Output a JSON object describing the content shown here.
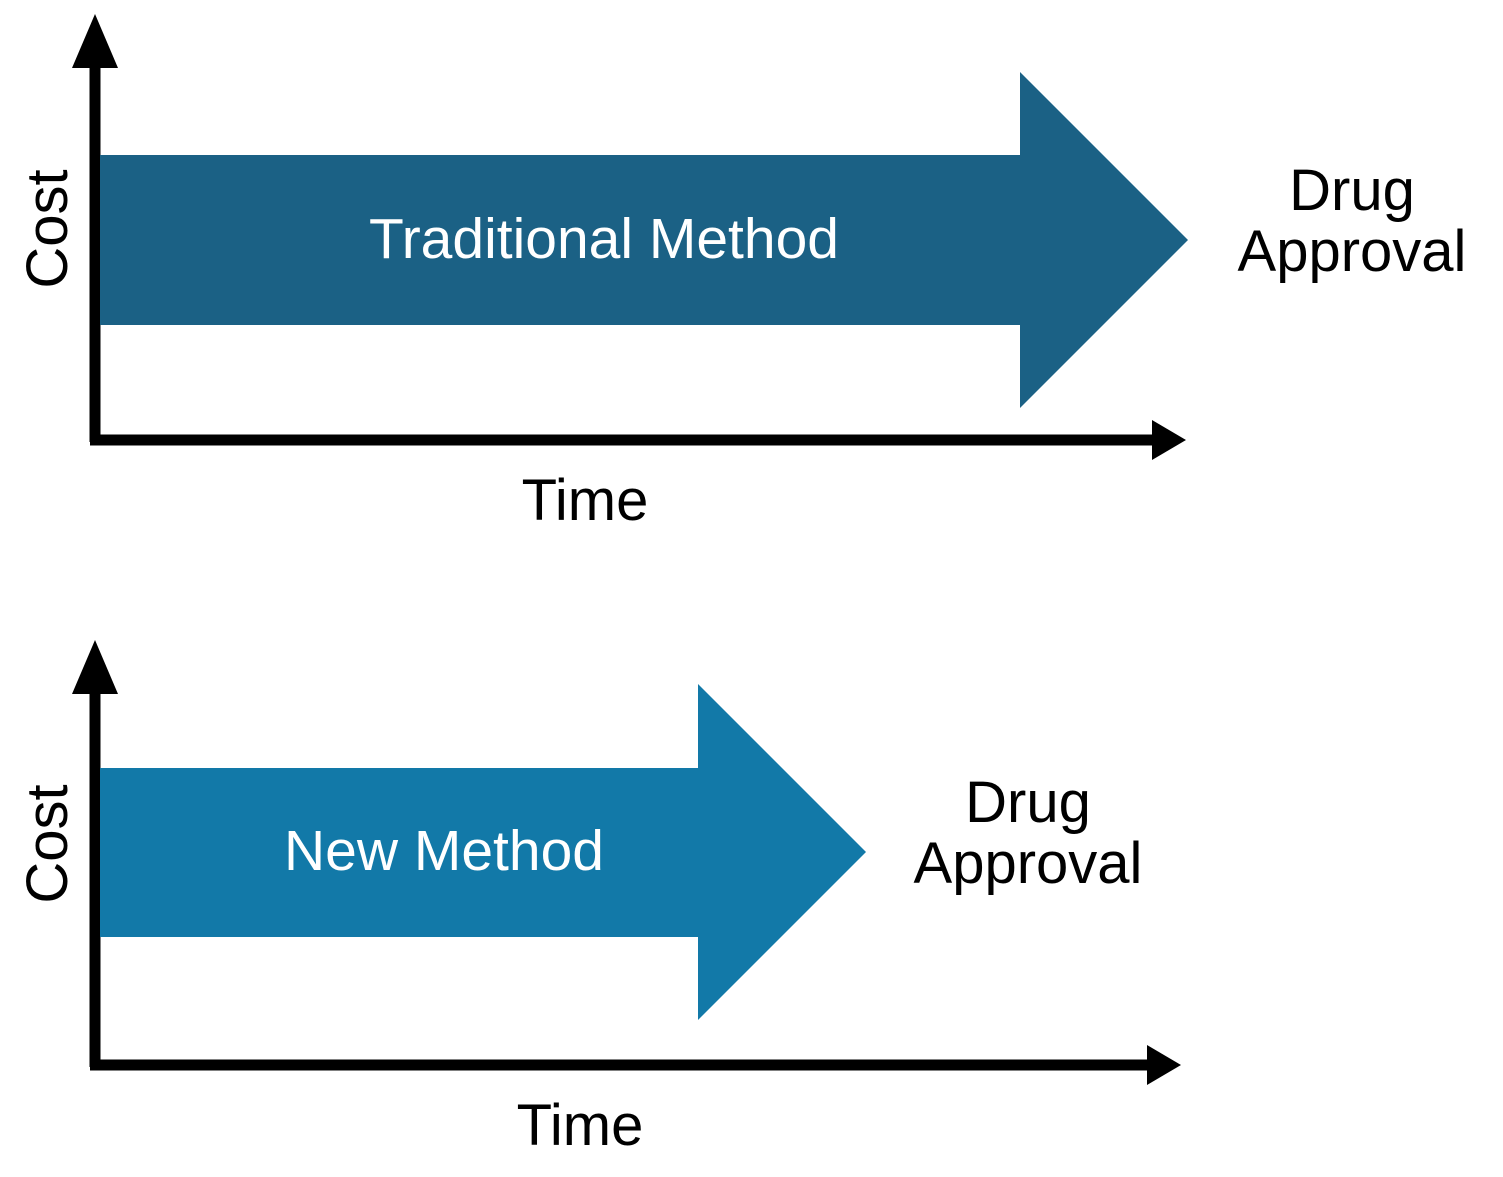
{
  "figure": {
    "type": "diagram",
    "description": "Two-panel schematic comparing drug development timelines and cost",
    "background_color": "#ffffff",
    "axis_color": "#000000"
  },
  "panels": [
    {
      "id": "traditional",
      "arrow": {
        "label": "Traditional Method",
        "color": "#1b6185",
        "text_color": "#ffffff",
        "relative_length": 1.0,
        "relative_thickness": 1.0
      },
      "y_axis": {
        "label": "Cost"
      },
      "x_axis": {
        "label": "Time"
      },
      "endpoint": {
        "line1": "Drug",
        "line2": "Approval"
      }
    },
    {
      "id": "new",
      "arrow": {
        "label": "New Method",
        "color": "#1279a8",
        "text_color": "#ffffff",
        "relative_length": 0.71,
        "relative_thickness": 1.0
      },
      "y_axis": {
        "label": "Cost"
      },
      "x_axis": {
        "label": "Time"
      },
      "endpoint": {
        "line1": "Drug",
        "line2": "Approval"
      }
    }
  ],
  "chart_data": {
    "type": "bar",
    "title": "",
    "xlabel": "Time",
    "ylabel": "Cost",
    "categories": [
      "Traditional Method",
      "New Method"
    ],
    "values": [
      1.0,
      0.71
    ],
    "value_meaning": "relative time-to-drug-approval (arrow length, normalized to traditional method)",
    "annotations": [
      "Drug Approval",
      "Drug Approval"
    ],
    "legend": "none",
    "grid": false,
    "axis_style": "arrow-headed open axes, unlabeled ticks"
  }
}
